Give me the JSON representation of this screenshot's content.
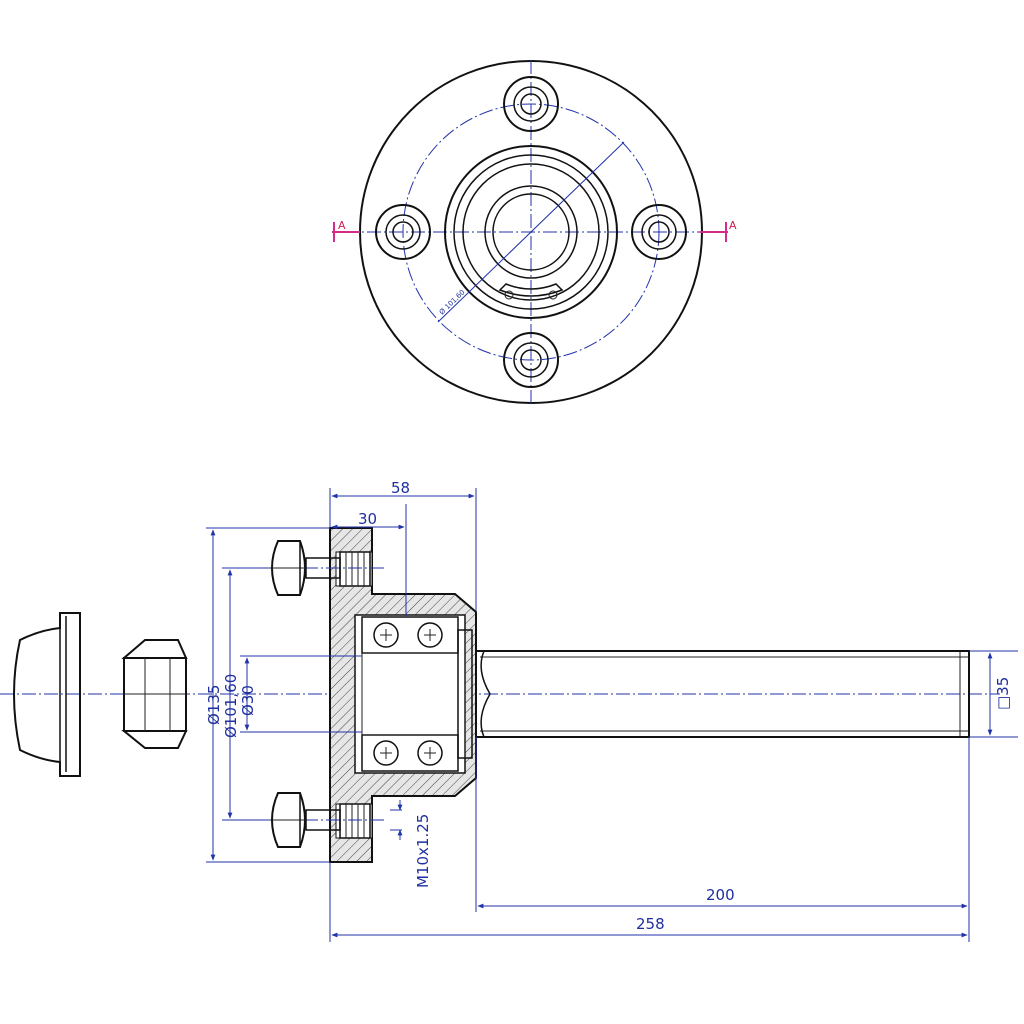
{
  "dimensions": {
    "width_58": "58",
    "width_30": "30",
    "dia_30": "Ø30",
    "dia_101": "Ø101,60",
    "dia_135": "Ø135",
    "shaft_square": "□35",
    "thread": "M10x1.25",
    "len_200": "200",
    "len_258": "258",
    "pcd_front": "Ø 101,60"
  },
  "section": {
    "left_label": "A",
    "right_label": "A"
  },
  "colors": {
    "outline": "#111111",
    "dimension": "#2233aa",
    "section_marker": "#d42a8a",
    "hatch": "#444444"
  }
}
